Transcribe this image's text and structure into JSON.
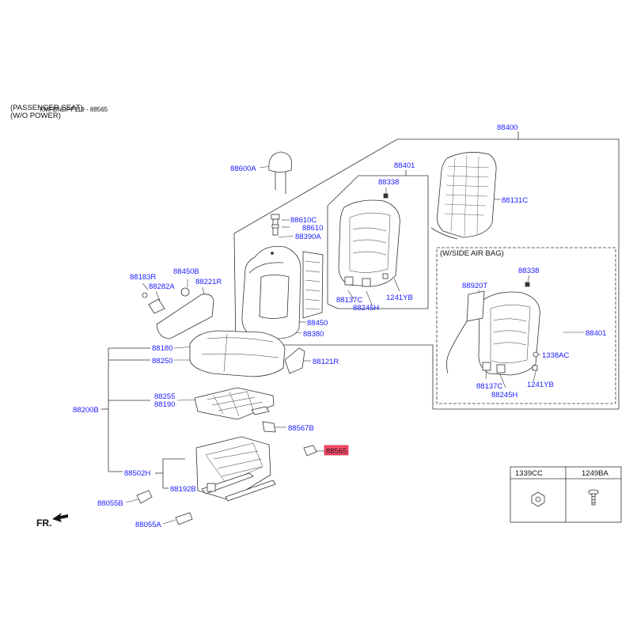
{
  "header": {
    "line1": "(PASSENGER SEAT)",
    "line2": "(W/O POWER)",
    "diagram_code": "KMFBNDPF119 - 88565"
  },
  "labels": {
    "l88400": "88400",
    "l88401a": "88401",
    "l88338a": "88338",
    "l88131C": "88131C",
    "l88600A": "88600A",
    "l88610C": "88610C",
    "l88610": "88610",
    "l88390A": "88390A",
    "l88137Ca": "88137C",
    "l88245Ha": "88245H",
    "l1241YBa": "1241YB",
    "l88450": "88450",
    "l88380": "88380",
    "l88183R": "88183R",
    "l88450B": "88450B",
    "l88282A": "88282A",
    "l88221R": "88221R",
    "l88180": "88180",
    "l88250": "88250",
    "l88121R": "88121R",
    "l88255": "88255",
    "l88190": "88190",
    "l88200B": "88200B",
    "l88567B": "88567B",
    "l88565": "88565",
    "l88502H": "88502H",
    "l88192B": "88192B",
    "l88055B": "88055B",
    "l88055A": "88055A",
    "side_bag": "(W/SIDE AIR BAG)",
    "l88338b": "88338",
    "l88920T": "88920T",
    "l88401b": "88401",
    "l1338AC": "1338AC",
    "l88137Cb": "88137C",
    "l1241YBb": "1241YB",
    "l88245Hb": "88245H",
    "fr": "FR."
  },
  "fastener_table": {
    "col1": "1339CC",
    "col2": "1249BA"
  },
  "highlight_color": "#ff4d6d",
  "part_label_color": "#1a1aff"
}
